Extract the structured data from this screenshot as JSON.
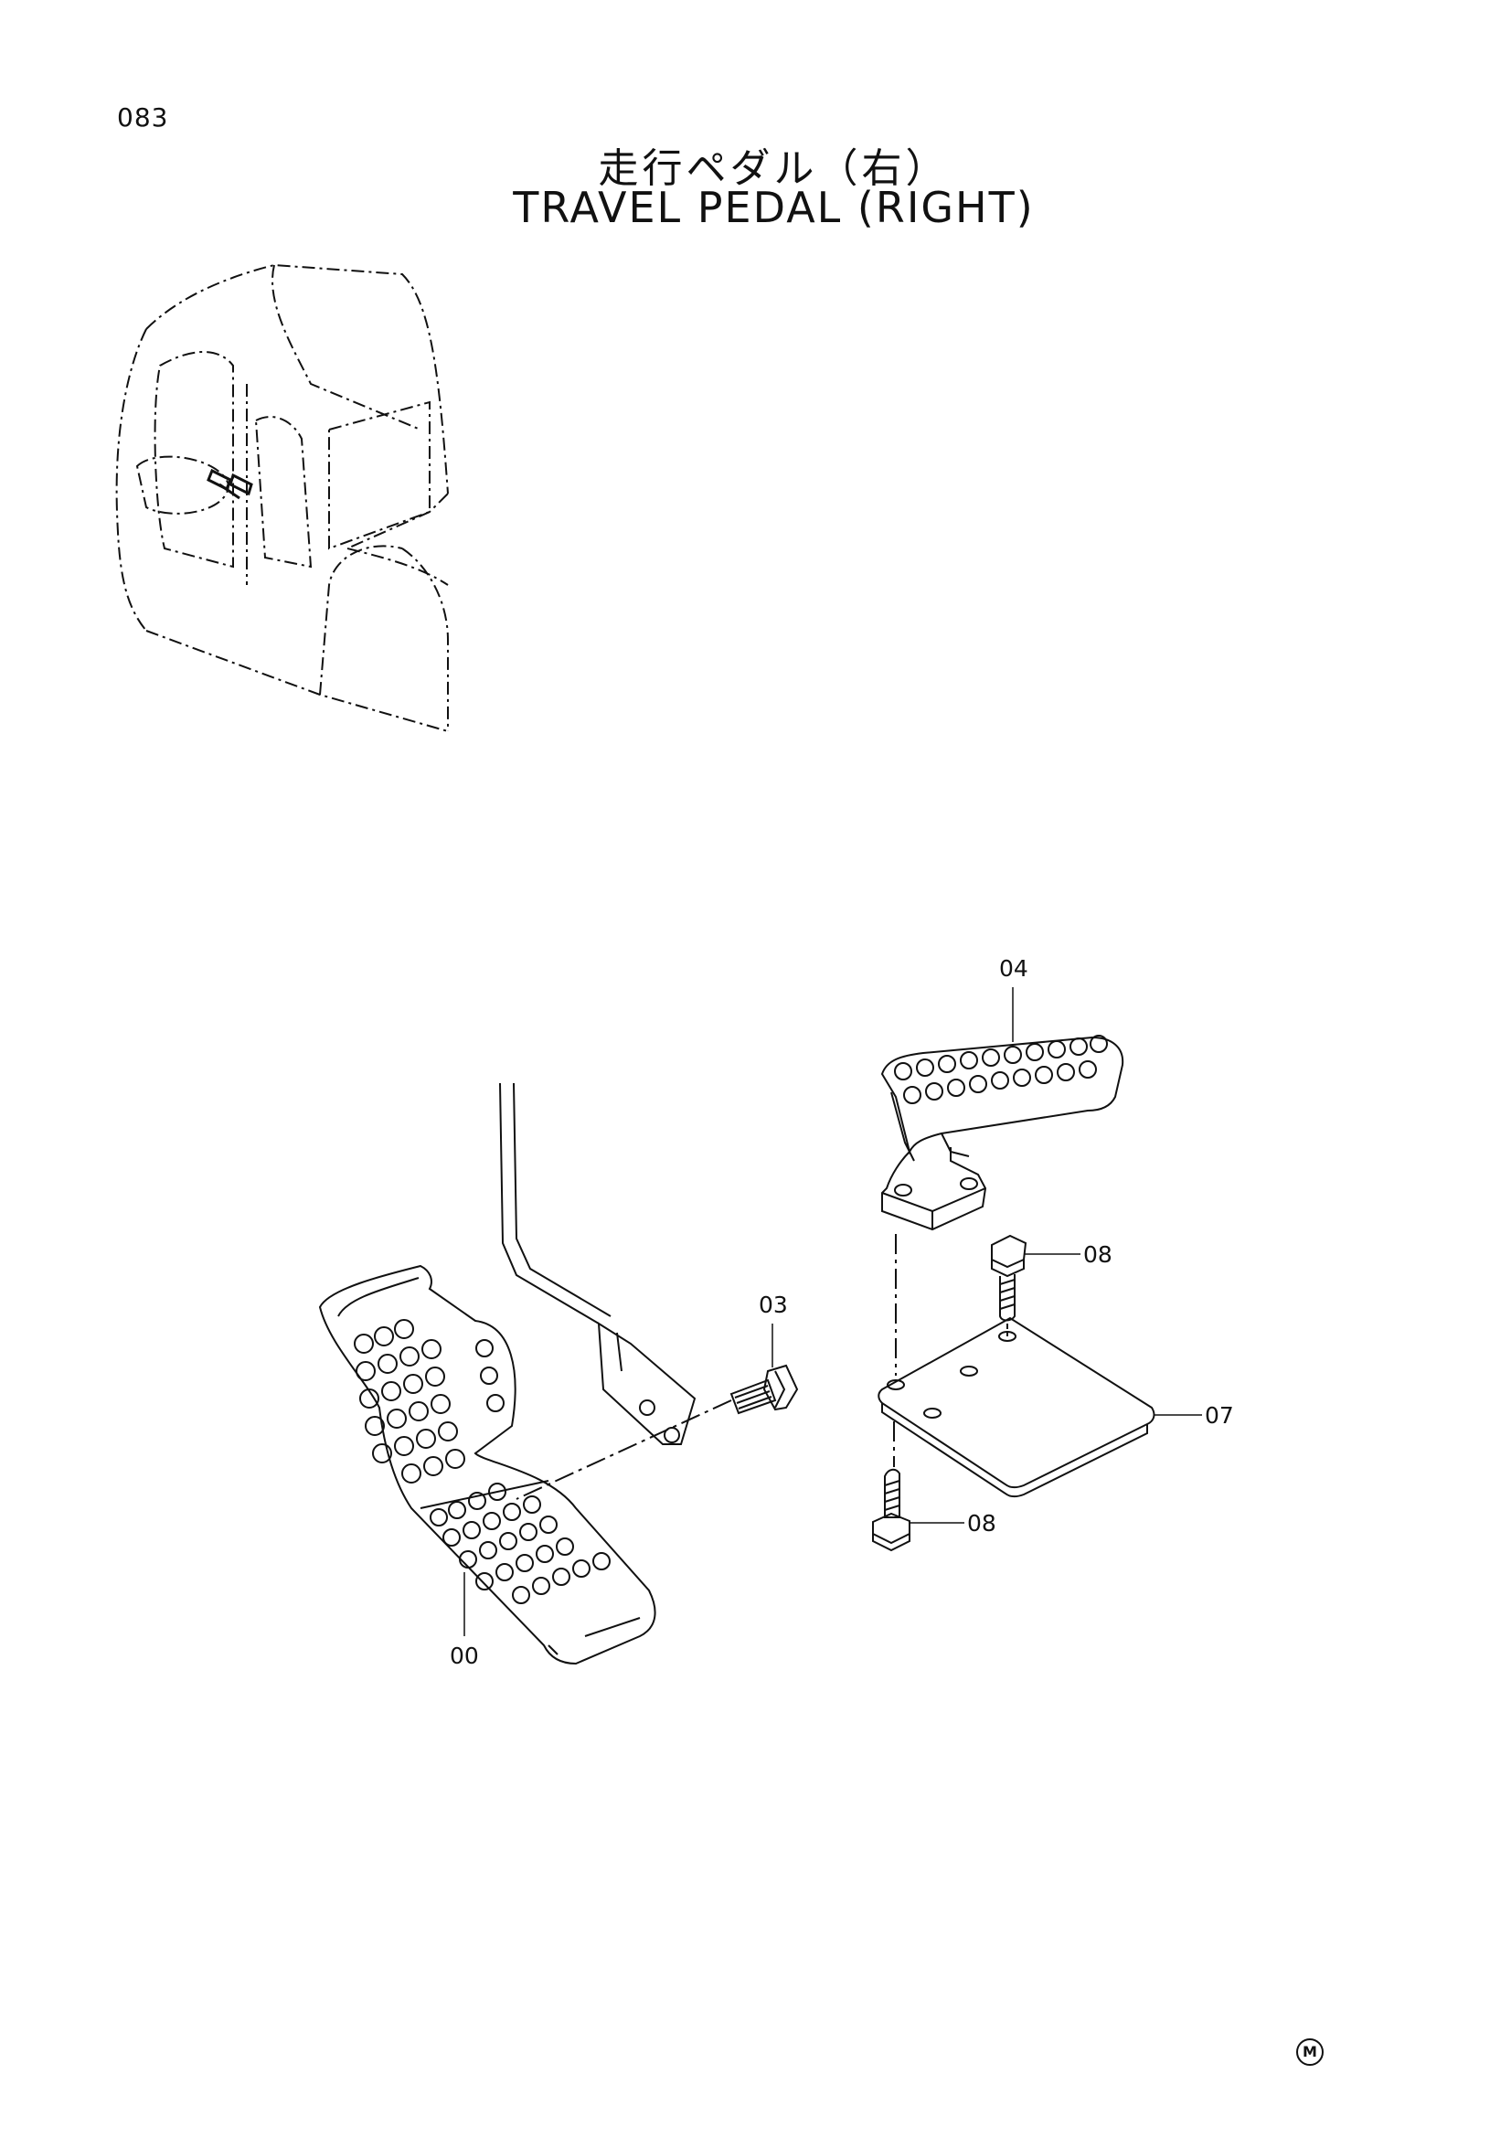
{
  "page_number": "083",
  "title_jp": "走行ペダル（右）",
  "title_en": "TRAVEL PEDAL (RIGHT)",
  "callouts": {
    "c00": "00",
    "c03": "03",
    "c04": "04",
    "c07": "07",
    "c08_top": "08",
    "c08_bottom": "08"
  },
  "corner_mark": "M"
}
